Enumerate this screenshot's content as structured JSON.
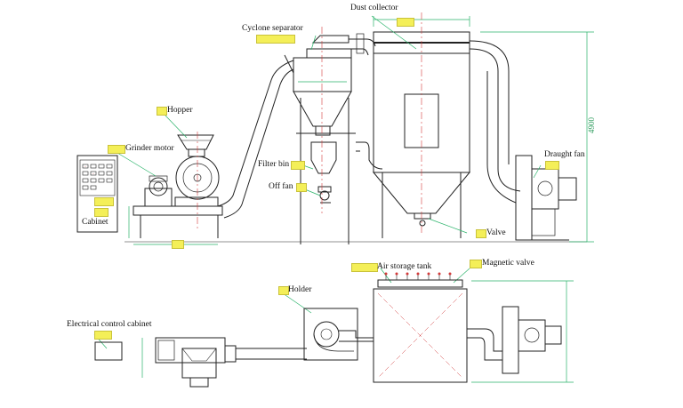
{
  "labels": {
    "dust_collector": "Dust collector",
    "cyclone_separator": "Cyclone separator",
    "hopper": "Hopper",
    "grinder_motor": "Grinder motor",
    "filter_bin": "Filter bin",
    "off_fan": "Off fan",
    "cabinet": "Cabinet",
    "valve": "Valve",
    "draught_fan": "Draught fan",
    "air_storage_tank": "Air storage tank",
    "magnetic_valve": "Magnetic valve",
    "holder": "Holder",
    "electrical_control_cabinet": "Electrical control cabinet"
  },
  "dimensions": {
    "overall_height": "4900"
  },
  "colors": {
    "line": "#222222",
    "dim_line": "#2ab36a",
    "center_line": "#d23a3a",
    "tag_fill": "#f4ef58",
    "dim_text": "#2a9a5a"
  }
}
